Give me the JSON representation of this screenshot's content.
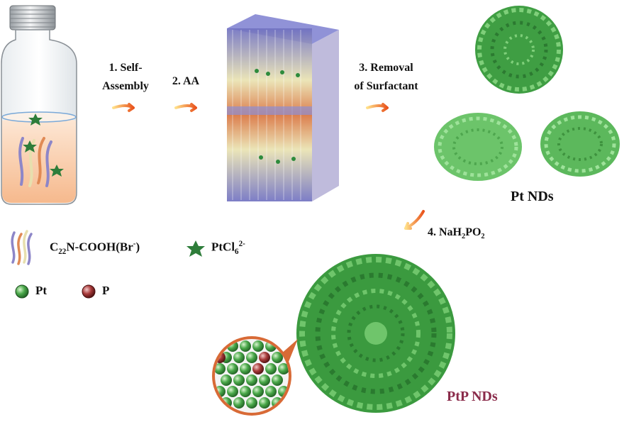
{
  "steps": {
    "step1_line1": "1. Self-",
    "step1_line2": "Assembly",
    "step2": "2. AA",
    "step3_line1": "3. Removal",
    "step3_line2": "of Surfactant",
    "step4_prefix": "4. NaH",
    "step4_sub1": "2",
    "step4_mid": "PO",
    "step4_sub2": "2"
  },
  "products": {
    "pt_nds": "Pt NDs",
    "ptp_nds": "PtP NDs"
  },
  "legend": {
    "surfactant_prefix": "C",
    "surfactant_sub": "22",
    "surfactant_mid": "N-COOH(Br",
    "surfactant_sup": "-",
    "surfactant_suffix": ")",
    "precursor_prefix": "PtCl",
    "precursor_sub": "6",
    "precursor_sup": "2-",
    "pt": "Pt",
    "p": "P"
  },
  "colors": {
    "pt_green": "#3f9e43",
    "pt_light_green": "#7fcf7a",
    "p_red": "#8a2a2a",
    "arrow_orange": "#f07a28",
    "ptp_label": "#8a2b4a",
    "surfactant_purple": "#6e6fc0",
    "surfactant_orange": "#d8703a",
    "surfactant_cream": "#e9e2b0"
  }
}
